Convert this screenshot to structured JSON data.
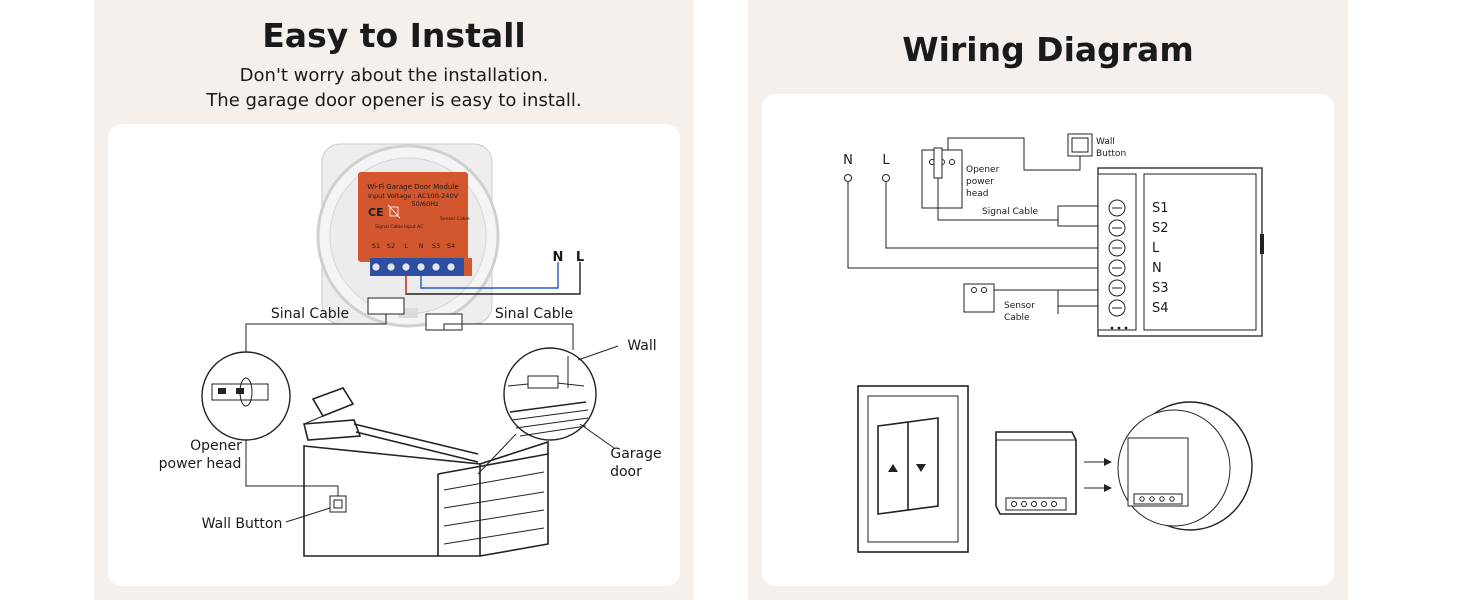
{
  "left": {
    "title": "Easy to Install",
    "subtitle_line1": "Don't worry about the installation.",
    "subtitle_line2": "The garage door opener is easy to install.",
    "module": {
      "name": "Wi-Fi Garage Door Module",
      "voltage": "Input Voltage : AC100-240V",
      "frequency": "50/60Hz",
      "ce_mark": "CE",
      "terminals": [
        "S1",
        "S2",
        "L",
        "N",
        "S3",
        "S4"
      ],
      "small_labels": [
        "Signal Cable",
        "Input AC",
        "Sensor Cable"
      ]
    },
    "wire_n": "N",
    "wire_l": "L",
    "sinal_cable_left": "Sinal Cable",
    "sinal_cable_right": "Sinal Cable",
    "wall": "Wall",
    "opener_line1": "Opener",
    "opener_line2": "power head",
    "garage_line1": "Garage",
    "garage_line2": "door",
    "wall_button": "Wall Button"
  },
  "right": {
    "title": "Wiring Diagram",
    "label_n": "N",
    "label_l": "L",
    "wall_button_line1": "Wall",
    "wall_button_line2": "Button",
    "opener_line1": "Opener",
    "opener_line2": "power",
    "opener_line3": "head",
    "signal_cable": "Signal Cable",
    "sensor_line1": "Sensor",
    "sensor_line2": "Cable",
    "terminals": [
      "S1",
      "S2",
      "L",
      "N",
      "S3",
      "S4"
    ]
  },
  "colors": {
    "panel_bg": "#f6f0ed",
    "module_orange": "#d2572e",
    "terminal_blue": "#2c4fa3",
    "wire_blue": "#1f5fbf",
    "wire_red": "#e03a2a"
  }
}
